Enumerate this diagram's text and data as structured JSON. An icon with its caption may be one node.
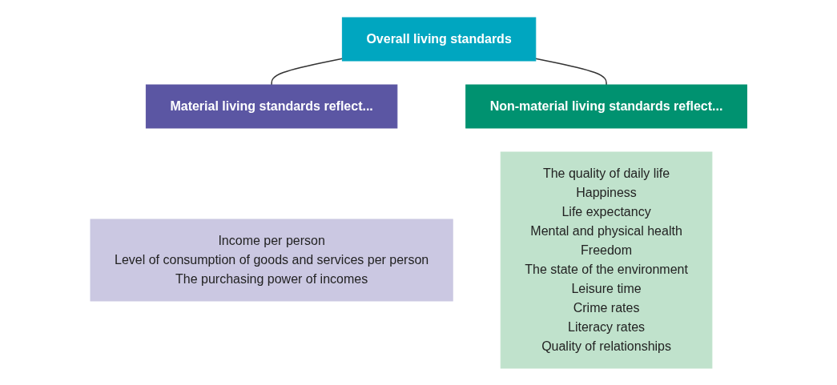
{
  "diagram": {
    "nodes": [
      {
        "text": [
          "Overall living standards"
        ]
      },
      {
        "text": [
          "Material living standards reflect..."
        ]
      },
      {
        "text": [
          "Income per person",
          "Level of consumption of goods and services per person",
          "The purchasing power of incomes"
        ]
      },
      {
        "text": [
          "Non-material living standards reflect..."
        ]
      },
      {
        "text": [
          "The quality of daily life",
          "Happiness",
          "Life expectancy",
          "Mental and physical health",
          "Freedom",
          "The state of the environment",
          "Leisure time",
          "Crime rates",
          "Literacy rates",
          "Quality of relationships"
        ]
      }
    ],
    "edges": [
      {
        "from": 0,
        "to": 1,
        "arrow": "none"
      },
      {
        "from": 0,
        "to": 3,
        "arrow": "none"
      }
    ]
  }
}
